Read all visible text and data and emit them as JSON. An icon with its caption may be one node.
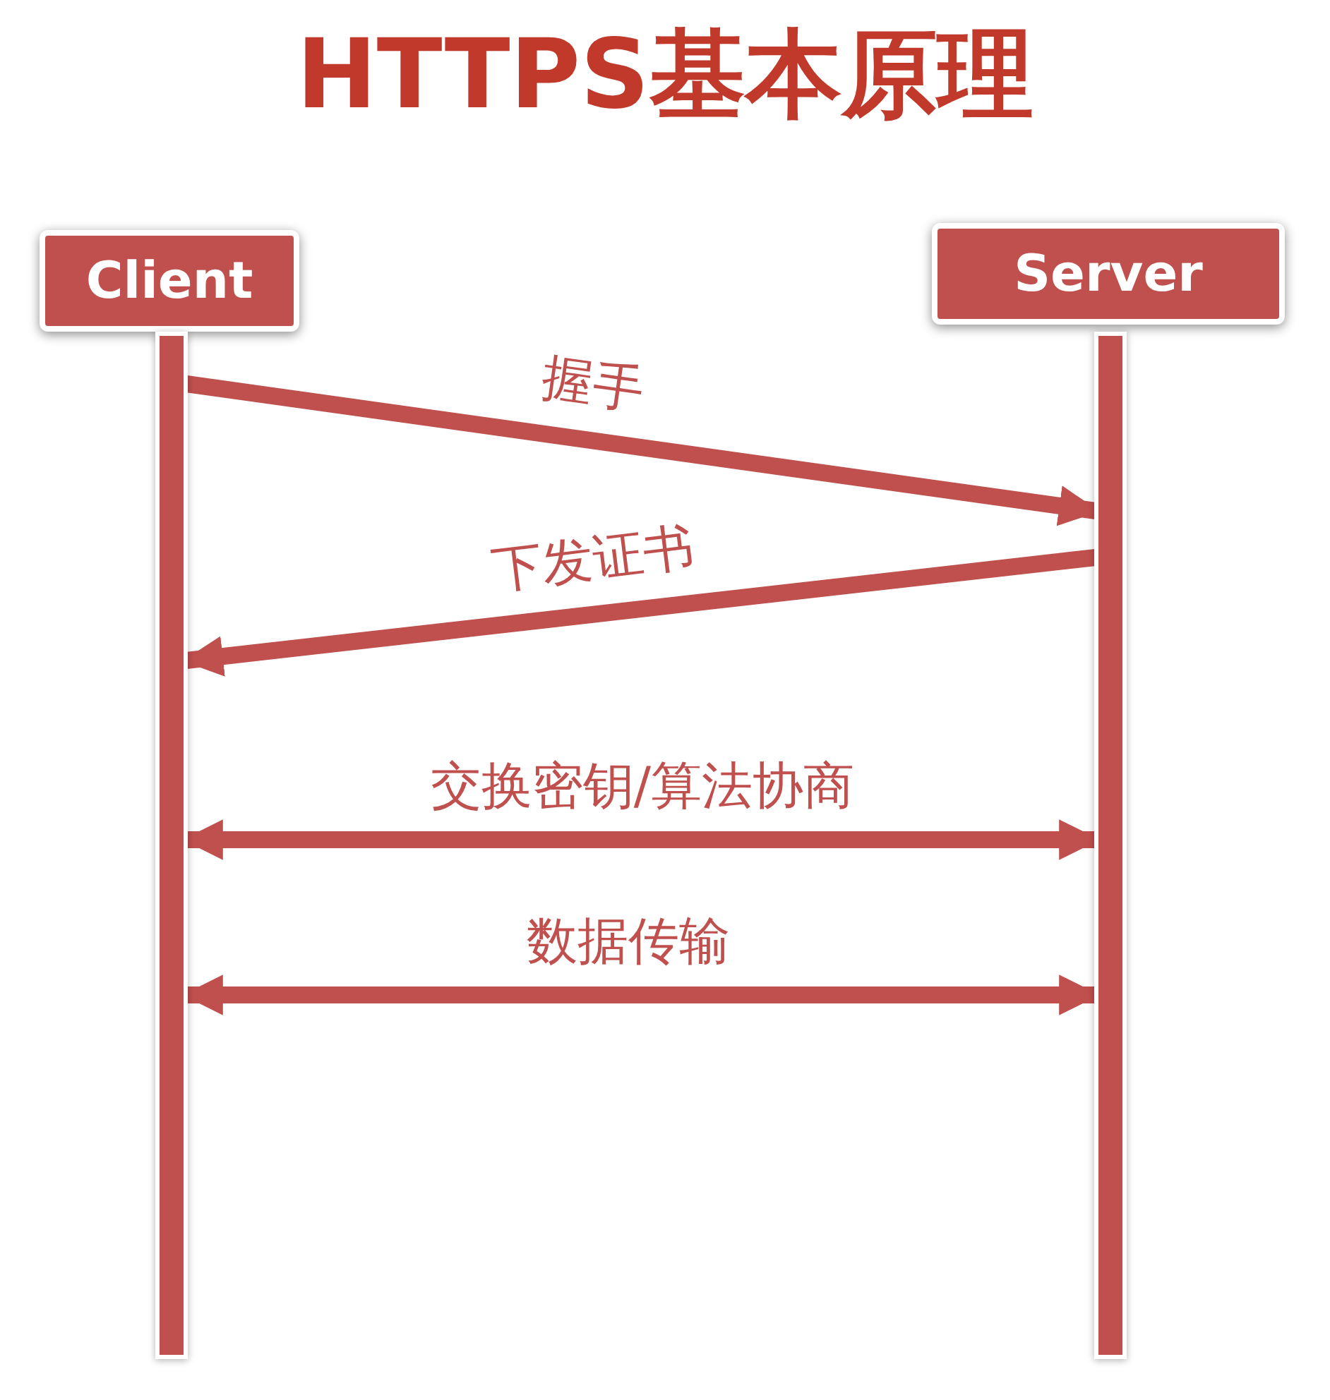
{
  "diagram": {
    "title": "HTTPS基本原理",
    "nodes": [
      {
        "text": [
          "Client"
        ]
      },
      {
        "text": [
          "Server"
        ]
      },
      {
        "text": [],
        "shape": "bar"
      },
      {
        "text": [],
        "shape": "bar"
      }
    ],
    "edges": [
      {
        "from": 2,
        "to": 3,
        "arrow": "to",
        "label": "握手"
      },
      {
        "from": 3,
        "to": 2,
        "arrow": "to",
        "label": "下发证书"
      },
      {
        "from": 2,
        "to": 3,
        "arrow": "both",
        "label": "交换密钥/算法协商"
      },
      {
        "from": 2,
        "to": 3,
        "arrow": "both",
        "label": "数据传输"
      }
    ]
  }
}
